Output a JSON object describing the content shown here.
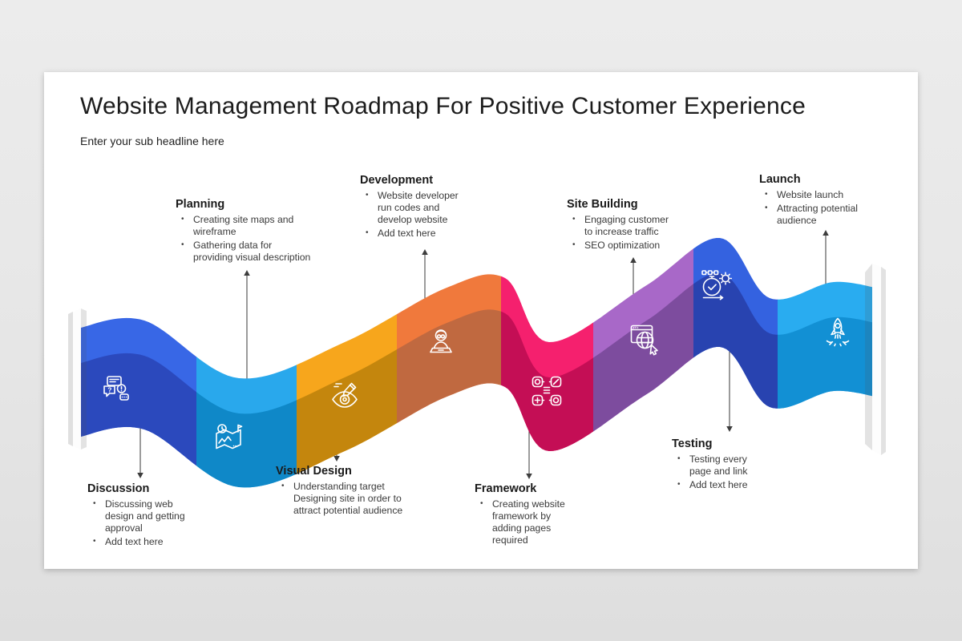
{
  "slide": {
    "title": "Website Management Roadmap For Positive Customer Experience",
    "subtitle": "Enter your sub headline here"
  },
  "stages": [
    {
      "id": "discussion",
      "title": "Discussion",
      "bullets": [
        "Discussing web design and getting approval",
        "Add text here"
      ],
      "icon": "chat-bubbles-icon",
      "colors": {
        "light": "#3867E6",
        "dark": "#2B49BD"
      }
    },
    {
      "id": "planning",
      "title": "Planning",
      "bullets": [
        "Creating site maps and wireframe",
        "Gathering data for providing visual description"
      ],
      "icon": "site-map-icon",
      "colors": {
        "light": "#29A8EC",
        "dark": "#0F88C8"
      }
    },
    {
      "id": "visual-design",
      "title": "Visual Design",
      "bullets": [
        "Understanding target Designing site in order to attract potential audience"
      ],
      "icon": "eye-pencil-icon",
      "colors": {
        "light": "#F7A61C",
        "dark": "#C4860D"
      }
    },
    {
      "id": "development",
      "title": "Development",
      "bullets": [
        "Website developer run codes and develop website",
        "Add text here"
      ],
      "icon": "developer-icon",
      "colors": {
        "light": "#F0793C",
        "dark": "#C06940"
      }
    },
    {
      "id": "framework",
      "title": "Framework",
      "bullets": [
        "Creating website framework by adding pages required"
      ],
      "icon": "framework-modules-icon",
      "colors": {
        "light": "#F5206E",
        "dark": "#C40E55"
      }
    },
    {
      "id": "site-building",
      "title": "Site Building",
      "bullets": [
        "Engaging customer to increase traffic",
        "SEO optimization"
      ],
      "icon": "browser-globe-icon",
      "colors": {
        "light": "#A868C8",
        "dark": "#7D4C9E"
      }
    },
    {
      "id": "testing",
      "title": "Testing",
      "bullets": [
        "Testing every page and link",
        "Add text here"
      ],
      "icon": "stopwatch-gear-icon",
      "colors": {
        "light": "#3462E0",
        "dark": "#2843B0"
      }
    },
    {
      "id": "launch",
      "title": "Launch",
      "bullets": [
        "Website launch",
        "Attracting potential audience"
      ],
      "icon": "rocket-icon",
      "colors": {
        "light": "#29ACF0",
        "dark": "#1290D4"
      }
    }
  ]
}
